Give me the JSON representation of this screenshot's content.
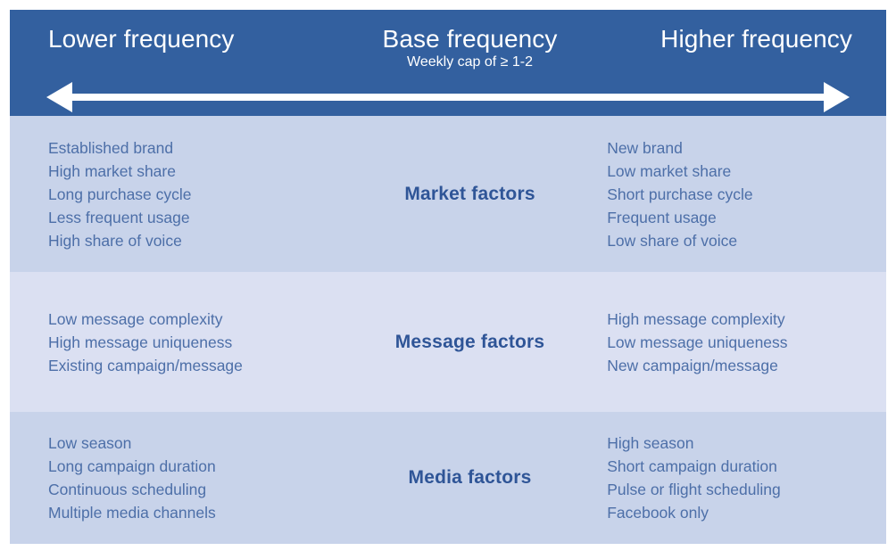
{
  "header": {
    "left_label": "Lower frequency",
    "center_label": "Base frequency",
    "center_sublabel": "Weekly cap of ≥ 1-2",
    "right_label": "Higher frequency",
    "arrow_name": "double-headed-horizontal-arrow",
    "background_color": "#33609f",
    "text_color": "#ffffff"
  },
  "colors": {
    "header_blue": "#33609f",
    "row_dark": "#c8d3ea",
    "row_light": "#dbe0f2",
    "body_text": "#4d6fa8",
    "center_label_text": "#2f5597",
    "page_background": "#ffffff"
  },
  "rows": [
    {
      "center_label": "Market factors",
      "left_items": [
        "Established brand",
        "High market share",
        "Long purchase cycle",
        "Less frequent usage",
        "High share of voice"
      ],
      "right_items": [
        "New brand",
        "Low market share",
        "Short purchase cycle",
        "Frequent usage",
        "Low share of voice"
      ]
    },
    {
      "center_label": "Message factors",
      "left_items": [
        "Low message complexity",
        "High message uniqueness",
        "Existing campaign/message"
      ],
      "right_items": [
        "High message complexity",
        "Low message uniqueness",
        "New campaign/message"
      ]
    },
    {
      "center_label": "Media factors",
      "left_items": [
        "Low season",
        "Long campaign duration",
        "Continuous scheduling",
        "Multiple media channels"
      ],
      "right_items": [
        "High season",
        "Short campaign duration",
        "Pulse or flight scheduling",
        "Facebook only"
      ]
    }
  ]
}
